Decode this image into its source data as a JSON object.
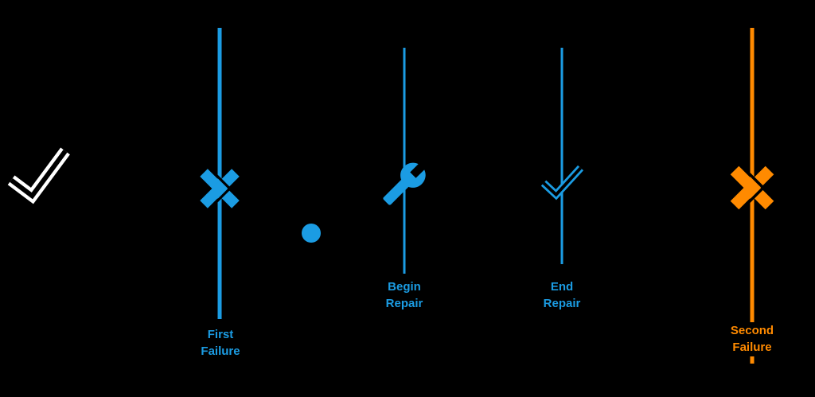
{
  "diagram": {
    "background_color": "#000000",
    "accent_blue": "#1B9CE3",
    "accent_orange": "#FF8A00",
    "start_marker": {
      "icon": "check-icon",
      "color": "#FFFFFF"
    },
    "interval_dot": {
      "icon": "dot-icon",
      "color": "#1B9CE3"
    },
    "events": [
      {
        "id": "first-failure",
        "label": "First\nFailure",
        "icon": "x-mark-icon",
        "color": "#1B9CE3"
      },
      {
        "id": "begin-repair",
        "label": "Begin\nRepair",
        "icon": "wrench-icon",
        "color": "#1B9CE3"
      },
      {
        "id": "end-repair",
        "label": "End\nRepair",
        "icon": "check-icon",
        "color": "#1B9CE3"
      },
      {
        "id": "second-failure",
        "label": "Second\nFailure",
        "icon": "x-mark-icon",
        "color": "#FF8A00"
      }
    ]
  }
}
